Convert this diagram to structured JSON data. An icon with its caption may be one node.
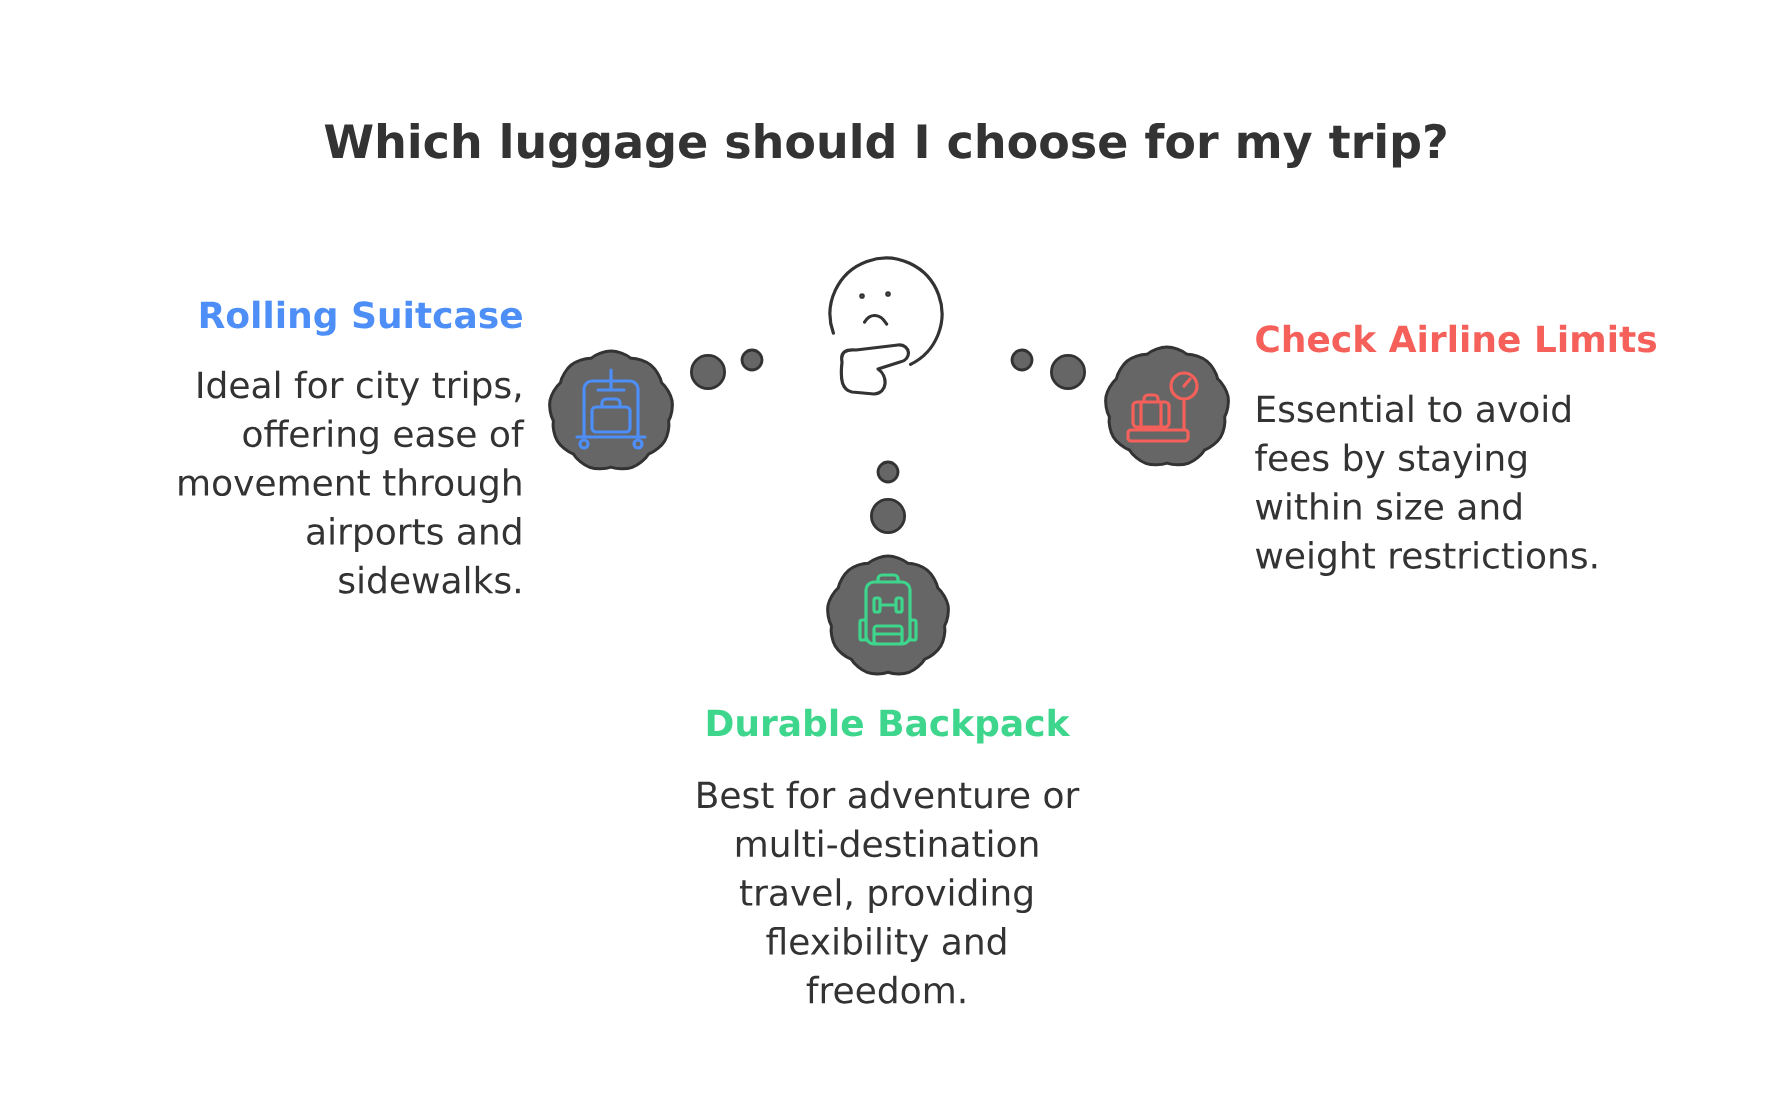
{
  "diagram": {
    "title": "Which luggage should I choose for my trip?",
    "nodes": [
      {
        "text": [],
        "shape": "picture"
      },
      {
        "text": [],
        "shape": "cloud",
        "beside": [
          "Rolling Suitcase",
          "Ideal for city trips, offering ease of movement through airports and sidewalks."
        ]
      },
      {
        "text": [],
        "shape": "cloud",
        "beside": [
          "Check Airline Limits",
          "Essential to avoid fees by staying within size and weight restrictions."
        ]
      },
      {
        "text": [],
        "shape": "cloud",
        "beside": [
          "Durable Backpack",
          "Best for adventure or multi-destination travel, providing flexibility and freedom."
        ]
      }
    ]
  }
}
